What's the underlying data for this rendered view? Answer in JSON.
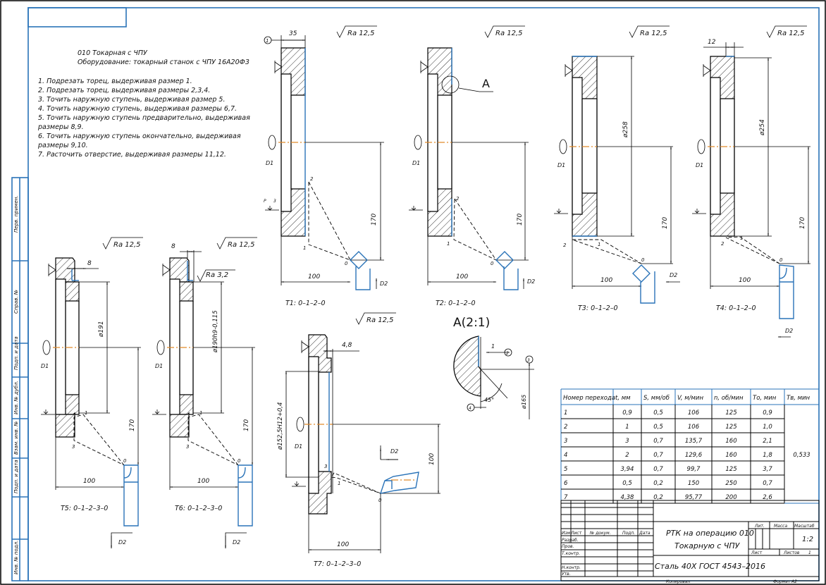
{
  "sheet": {
    "border_color": "#000000",
    "frame_color": "#2a73b8",
    "axis_color": "#e08a2a",
    "cut_color": "#2a73b8"
  },
  "notes": {
    "operation": "010 Токарная с ЧПУ",
    "equipment": "Оборудование: токарный станок с ЧПУ 16А20Ф3",
    "steps": [
      "1. Подрезать торец, выдерживая размер 1.",
      "2. Подрезать торец, выдерживая размеры 2,3,4.",
      "3. Точить наружную ступень, выдерживая размер 5.",
      "4. Точить наружную ступень, выдерживая размеры 6,7.",
      "5. Точить наружную ступень предварительно, выдерживая",
      "размеры 8,9.",
      "6. Точить наружную ступень окончательно, выдерживая",
      "размеры 9,10.",
      "7. Расточить отверстие, выдерживая размеры 11,12."
    ]
  },
  "side_stamp": [
    "Перв. примен.",
    "Справ. №",
    "Подп. и дата",
    "Инв. № дубл.",
    "Взам. инв. №",
    "Подп. и дата",
    "Инв. № подл."
  ],
  "roughness": {
    "ra125": "Ra 12,5",
    "ra32": "Ra 3,2"
  },
  "views": {
    "t1": {
      "caption": "T1: 0–1–2–0",
      "dim_top": "35",
      "dim_x": "100",
      "dim_y": "170",
      "callout": "1"
    },
    "t2": {
      "caption": "T2: 0–1–2–0",
      "dim_x": "100",
      "dim_y": "170",
      "detail_label": "A"
    },
    "t3": {
      "caption": "T3: 0–1–2–0",
      "dim_x": "100",
      "dim_y": "170",
      "dia": "ø258"
    },
    "t4": {
      "caption": "T4: 0–1–2–0",
      "dim_top": "12",
      "dim_x": "100",
      "dim_y": "170",
      "dia": "ø254"
    },
    "t5": {
      "caption": "T5: 0–1–2–3–0",
      "dim_top": "8",
      "dim_x": "100",
      "dim_y": "170",
      "dia": "ø191"
    },
    "t6": {
      "caption": "T6: 0–1–2–3–0",
      "dim_top": "8",
      "dim_x": "100",
      "dim_y": "170",
      "dia": "ø190h9-0,115"
    },
    "t7": {
      "caption": "T7: 0–1–2–3–0",
      "dim_top": "4,8",
      "dim_x": "100",
      "dim_y": "100",
      "dia": "ø152,5H12+0,4"
    },
    "detail": {
      "title": "A(2:1)",
      "dim": "1",
      "angle": "45°",
      "dia": "ø165",
      "callouts": [
        "2",
        "3",
        "4"
      ]
    }
  },
  "point_labels": {
    "d1": "D1",
    "d2": "D2",
    "p": "P",
    "n3": "3"
  },
  "table": {
    "headers": [
      "Номер перехода",
      "t, мм",
      "S, мм/об",
      "V, м/мин",
      "n, об/мин",
      "Tо, мин",
      "Tв, мин"
    ],
    "rows": [
      [
        "1",
        "0,9",
        "0,5",
        "106",
        "125",
        "0,9"
      ],
      [
        "2",
        "1",
        "0,5",
        "106",
        "125",
        "1,0"
      ],
      [
        "3",
        "3",
        "0,7",
        "135,7",
        "160",
        "2,1"
      ],
      [
        "4",
        "2",
        "0,7",
        "129,6",
        "160",
        "1,8"
      ],
      [
        "5",
        "3,94",
        "0,7",
        "99,7",
        "125",
        "3,7"
      ],
      [
        "6",
        "0,5",
        "0,2",
        "150",
        "250",
        "0,7"
      ],
      [
        "7",
        "4,38",
        "0,2",
        "95,77",
        "200",
        "2,6"
      ]
    ],
    "tv_total": "0,533"
  },
  "title_block": {
    "col_headers": [
      "Изм.",
      "Лист",
      "№ докум.",
      "Подп.",
      "Дата"
    ],
    "row_labels": [
      "Разраб.",
      "Пров.",
      "Т.контр.",
      "",
      "Н.контр.",
      "Утв."
    ],
    "title_line1": "РТК на операцию 010",
    "title_line2": "Токарную с ЧПУ",
    "material": "Сталь 40Х ГОСТ 4543–2016",
    "lit": "Лит.",
    "mass": "Масса",
    "scale_label": "Масштаб",
    "scale": "1:2",
    "sheet": "Лист",
    "sheets": "Листов",
    "sheets_count": "1",
    "copied": "Копировал",
    "format_label": "Формат",
    "format": "A2"
  }
}
